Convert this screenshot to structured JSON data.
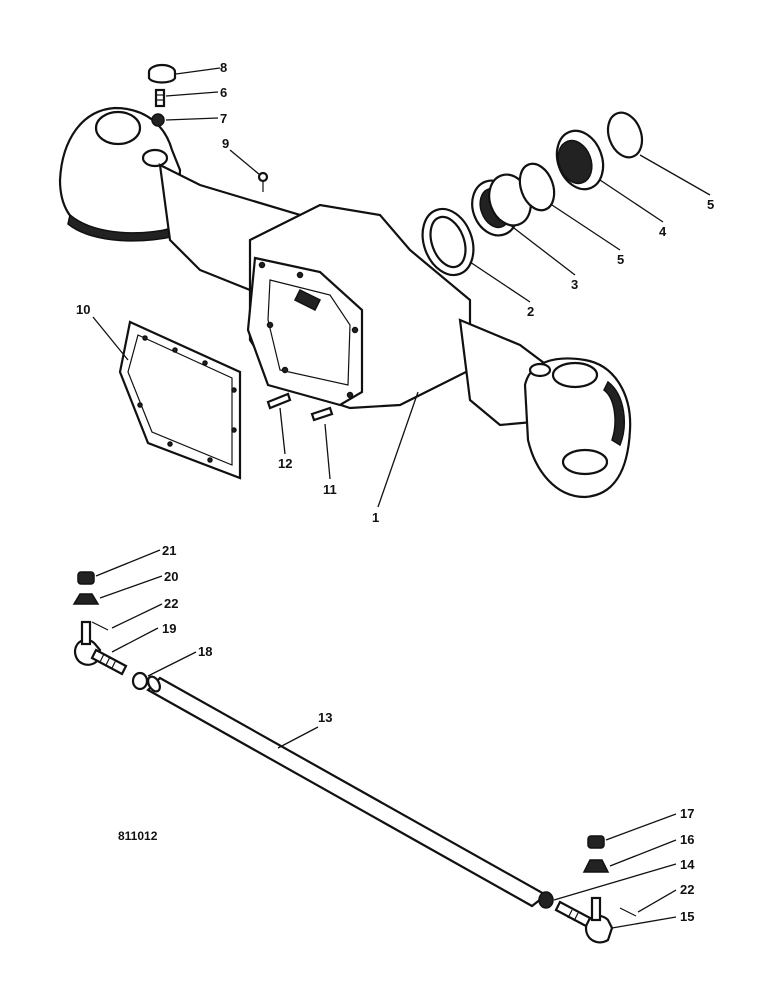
{
  "drawing_code": "811012",
  "callouts": {
    "c1": "1",
    "c2": "2",
    "c3": "3",
    "c4": "4",
    "c5a": "5",
    "c5b": "5",
    "c6": "6",
    "c7": "7",
    "c8": "8",
    "c9": "9",
    "c10": "10",
    "c11": "11",
    "c12": "12",
    "c13": "13",
    "c14": "14",
    "c15": "15",
    "c16": "16",
    "c17": "17",
    "c18": "18",
    "c19": "19",
    "c20": "20",
    "c21": "21",
    "c22a": "22",
    "c22b": "22"
  }
}
